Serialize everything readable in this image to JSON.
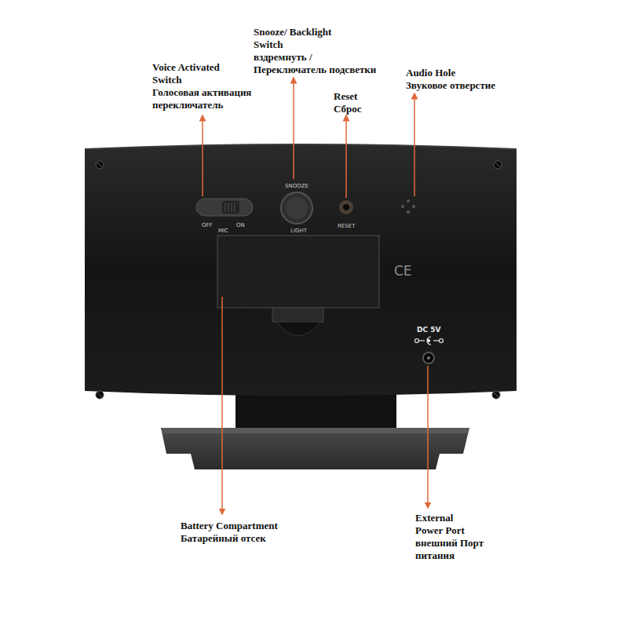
{
  "diagram": {
    "labels": [
      "Voice Activated Switch",
      "Голосовая активация переключатель",
      "Snooze/ Backlight Switch",
      "вздремнуть / Переключатель подсветки",
      "Reset",
      "Сброс",
      "Audio Hole",
      "Звуковое отверстие",
      "Battery Compartment",
      "Батарейный отсек",
      "External Power Port",
      "внешний Порт питания",
      "SNOOZE",
      "OFF",
      "MIC",
      "ON",
      "LIGHT",
      "RESET",
      "CE",
      "DC 5V"
    ]
  }
}
